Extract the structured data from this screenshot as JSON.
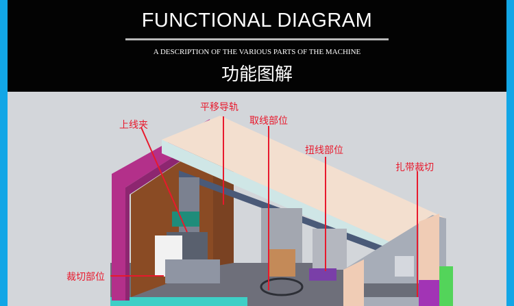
{
  "header": {
    "title": "FUNCTIONAL DIAGRAM",
    "subtitle": "A DESCRIPTION OF THE VARIOUS PARTS OF THE MACHINE",
    "cn_title": "功能图解"
  },
  "labels": {
    "upper_clamp": "上线夹",
    "translation_rail": "平移导轨",
    "wire_take": "取线部位",
    "twist": "扭线部位",
    "tie_cut": "扎带裁切",
    "cut_strip": "裁切部位"
  },
  "colors": {
    "label": "#e8192c",
    "frame": "#12a6e6",
    "header_bg": "#030303"
  }
}
